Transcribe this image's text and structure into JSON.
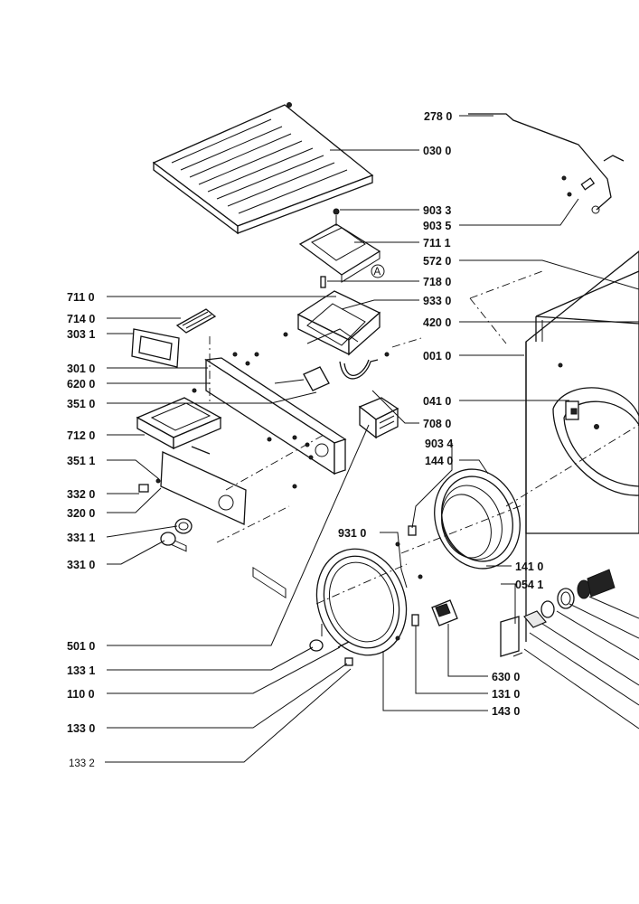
{
  "callout_letter": "A",
  "labels": {
    "p278_0": "278 0",
    "p030_0": "030 0",
    "p903_3": "903 3",
    "p903_5": "903 5",
    "p711_1": "711 1",
    "p572_0": "572 0",
    "p718_0": "718 0",
    "p711_0": "711 0",
    "p933_0": "933 0",
    "p714_0": "714 0",
    "p420_0": "420 0",
    "p303_1": "303 1",
    "p001_0": "001 0",
    "p301_0": "301 0",
    "p620_0": "620 0",
    "p351_0": "351 0",
    "p041_0": "041 0",
    "p708_0": "708 0",
    "p712_0": "712 0",
    "p903_4": "903 4",
    "p144_0": "144 0",
    "p351_1": "351 1",
    "p332_0": "332 0",
    "p320_0": "320 0",
    "p931_0": "931 0",
    "p331_1": "331 1",
    "p331_0": "331 0",
    "p141_0": "141 0",
    "p054_1": "054 1",
    "p501_0": "501 0",
    "p133_1": "133 1",
    "p110_0": "110 0",
    "p630_0": "630 0",
    "p131_0": "131 0",
    "p143_0": "143 0",
    "p133_0": "133 0",
    "p133_2": "133 2"
  }
}
